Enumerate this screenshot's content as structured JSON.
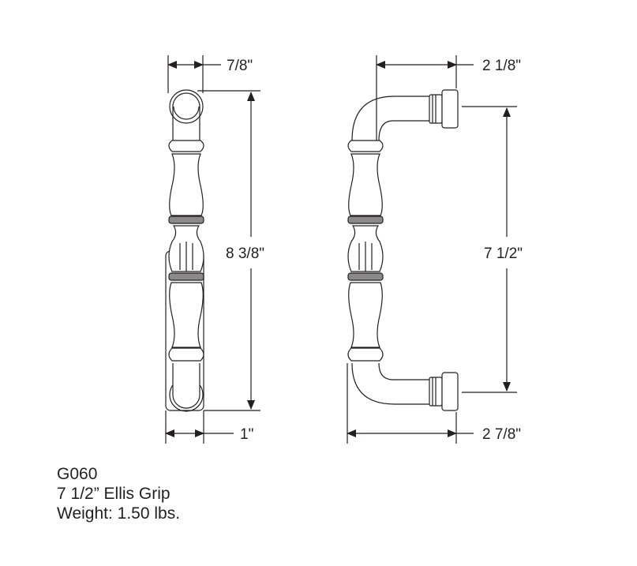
{
  "dimensions": {
    "diameter": "7/8\"",
    "overall_length": "8 3/8\"",
    "base_width": "1\"",
    "projection_top": "2 1/8\"",
    "center_to_center": "7 1/2\"",
    "projection_overall": "2 7/8\""
  },
  "product": {
    "code": "G060",
    "name": "7 1/2” Ellis Grip",
    "weight": "Weight: 1.50 lbs."
  },
  "colors": {
    "line": "#231f20"
  }
}
